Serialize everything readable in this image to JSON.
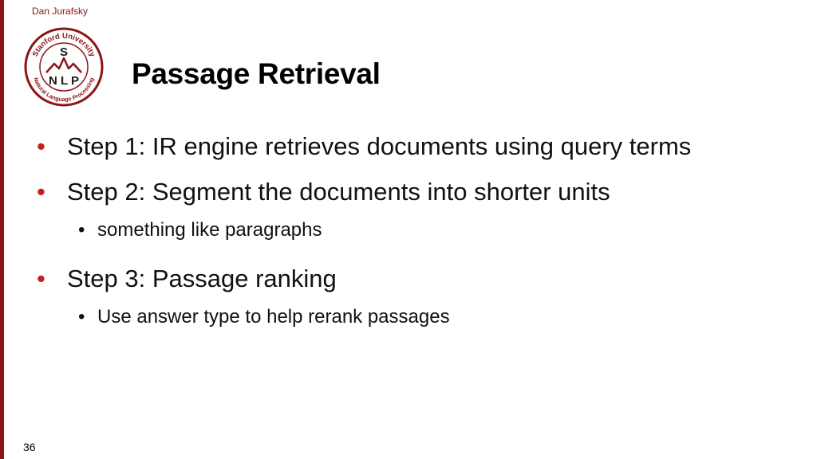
{
  "header": {
    "author": "Dan Jurafsky"
  },
  "logo": {
    "top_text": "Stanford University",
    "bottom_text": "Natural Language Processing",
    "letter_s": "S",
    "letters_nlp": "N L P",
    "ring_color": "#8c1515"
  },
  "slide": {
    "title": "Passage Retrieval",
    "bullets": [
      {
        "text": "Step 1: IR engine retrieves documents using query terms"
      },
      {
        "text": "Step 2: Segment the documents into shorter units",
        "sub": "something like paragraphs"
      },
      {
        "text": "Step 3: Passage ranking",
        "sub": "Use answer type to help rerank passages"
      }
    ]
  },
  "footer": {
    "page_number": "36"
  },
  "colors": {
    "accent": "#8c1515",
    "bullet": "#c41e1e",
    "text": "#111111"
  }
}
